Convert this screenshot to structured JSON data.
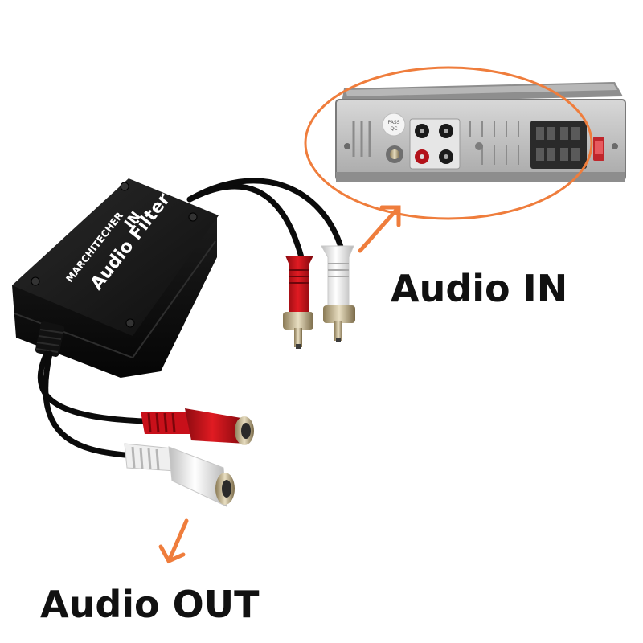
{
  "product": {
    "brand_text": "MARCHITECHER",
    "model_text": "Audio Filter",
    "port_text": "IN"
  },
  "stereo_unit": {
    "pass_label": "PASS",
    "qc_label": "QC"
  },
  "captions": {
    "audio_in": "Audio IN",
    "audio_out": "Audio OUT"
  },
  "colors": {
    "accent_orange": "#ef7d3c",
    "rca_red": "#c8101a",
    "rca_white": "#f2f2f2",
    "box_black": "#151515"
  }
}
